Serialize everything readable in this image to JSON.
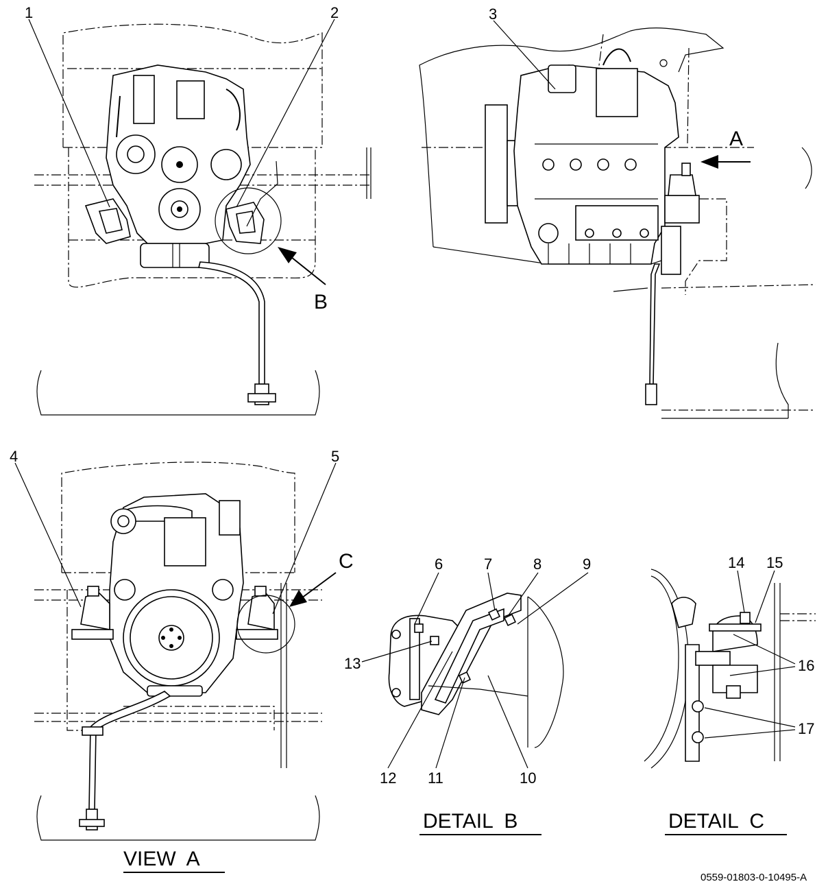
{
  "callouts": [
    "1",
    "2",
    "3",
    "4",
    "5",
    "6",
    "7",
    "8",
    "9",
    "10",
    "11",
    "12",
    "13",
    "14",
    "15",
    "16",
    "17"
  ],
  "view_letters": {
    "a": "A",
    "b": "B",
    "c": "C"
  },
  "captions": {
    "view_a": "VIEW  A",
    "detail_b": "DETAIL  B",
    "detail_c": "DETAIL  C"
  },
  "document_number": "0559-01803-0-10495-A"
}
